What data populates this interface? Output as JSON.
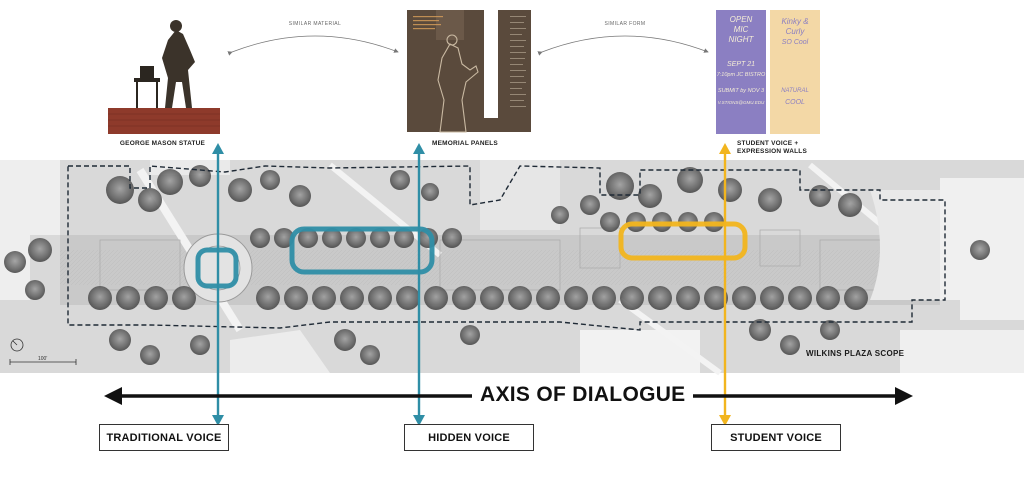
{
  "images": {
    "statue": {
      "label": "GEORGE MASON STATUE"
    },
    "panels": {
      "label": "MEMORIAL PANELS"
    },
    "walls": {
      "label_line1": "STUDENT VOICE +",
      "label_line2": "EXPRESSION WALLS"
    }
  },
  "relations": {
    "left": "SIMILAR MATERIAL",
    "right": "SIMILAR FORM"
  },
  "poster": {
    "left_lines": [
      "OPEN",
      "MIC",
      "NIGHT",
      "SEPT 21",
      "7:10pm JC BISTRO",
      "SUBMIT by NOV 3",
      "V.STIONS@GMU.EDU"
    ],
    "right_lines": [
      "Kinky &",
      "Curly",
      "SO Cool",
      "NATURAL",
      "COOL"
    ]
  },
  "plan": {
    "scope_label": "WILKINS PLAZA SCOPE",
    "scale_label": "100'"
  },
  "axis": {
    "title": "AXIS OF DIALOGUE"
  },
  "voices": {
    "traditional": "TRADITIONAL VOICE",
    "hidden": "HIDDEN VOICE",
    "student": "STUDENT VOICE"
  },
  "colors": {
    "teal": "#2f8ea6",
    "gold": "#f2b51e",
    "brown_panel": "#5a4a3c",
    "brick": "#8e3a2b",
    "purple_poster": "#8b7fc2",
    "cream_poster": "#f3d8a6"
  }
}
